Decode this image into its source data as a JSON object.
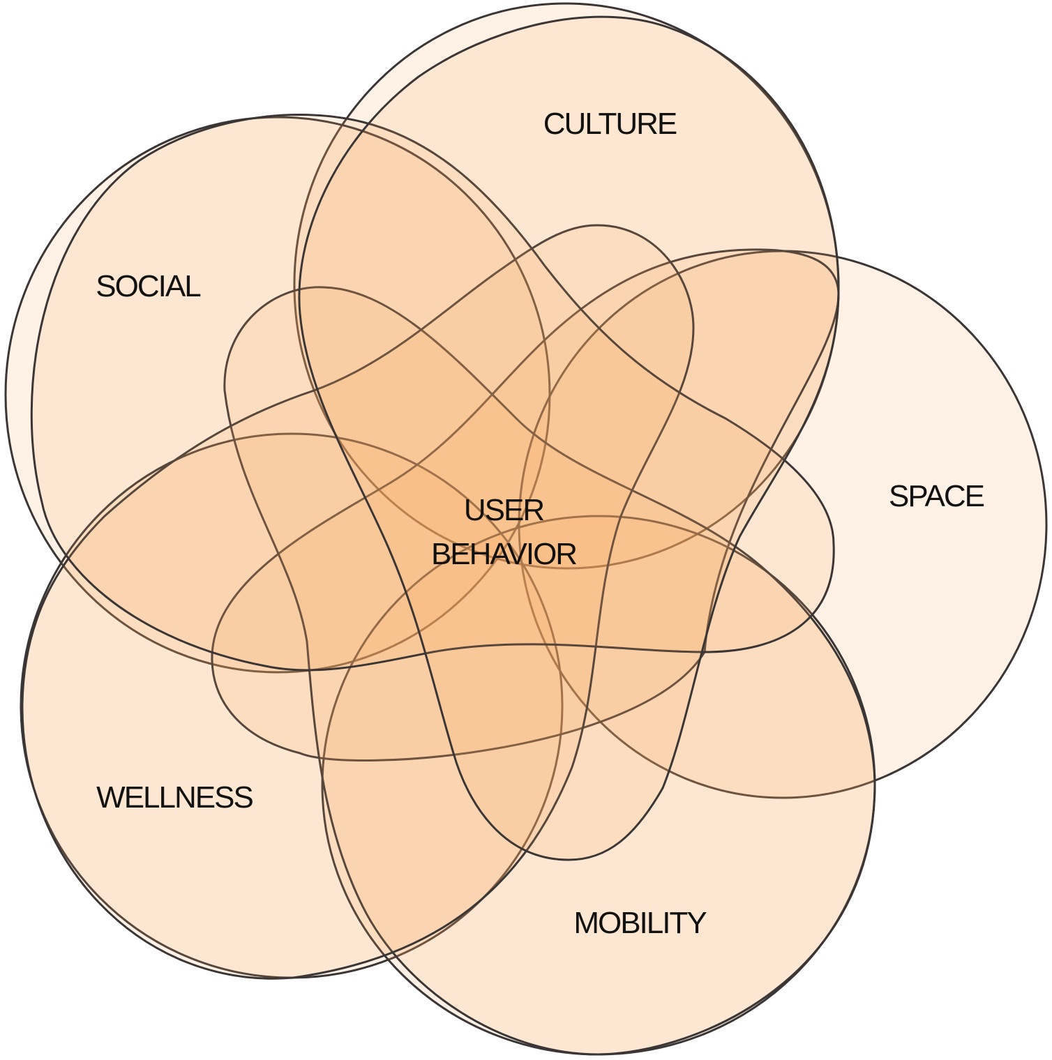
{
  "diagram": {
    "type": "five-set-venn",
    "colors": {
      "fill": "#f7a860",
      "stroke": "#3a3636",
      "text": "#111111"
    },
    "center": {
      "line1": "USER",
      "line2": "BEHAVIOR"
    },
    "sets": [
      {
        "id": "culture",
        "label": "CULTURE"
      },
      {
        "id": "social",
        "label": "SOCIAL"
      },
      {
        "id": "space",
        "label": "SPACE"
      },
      {
        "id": "wellness",
        "label": "WELLNESS"
      },
      {
        "id": "mobility",
        "label": "MOBILITY"
      }
    ]
  }
}
